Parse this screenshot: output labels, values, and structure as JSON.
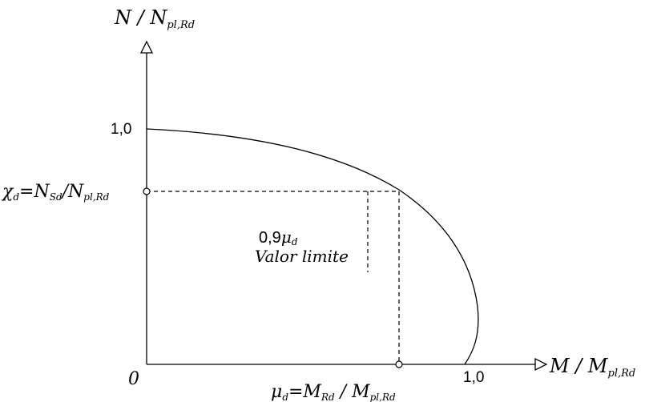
{
  "y_axis": {
    "main": "N / N",
    "sub": "pl,Rd"
  },
  "x_axis": {
    "main": "M / M",
    "sub": "pl,Rd"
  },
  "origin_label": "0",
  "y_tick_label": "1,0",
  "x_tick_label": "1,0",
  "chi_label": {
    "symbol": "χ",
    "sub1": "d",
    "mid": "=N",
    "sub2": "Sd",
    "mid2": "/N",
    "sub3": "pl,Rd"
  },
  "mu_label": {
    "symbol": "μ",
    "sub1": "d",
    "mid": "=M",
    "sub2": "Rd",
    "mid2": " / M",
    "sub3": "pl,Rd"
  },
  "annotation": {
    "prefix": "0,9",
    "symbol": "μ",
    "sub": "d",
    "text": "Valor limite"
  }
}
